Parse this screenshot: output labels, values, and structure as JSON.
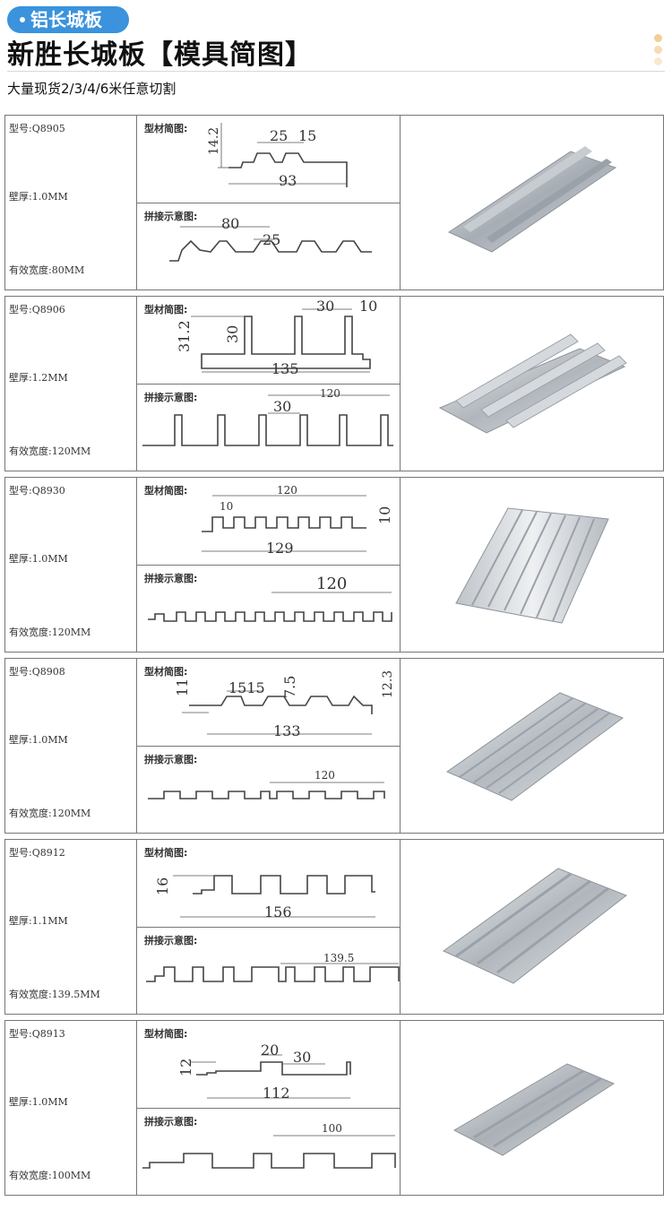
{
  "header": {
    "tag": "铝长城板",
    "title": "新胜长城板【模具简图】",
    "subtitle": "大量现货2/3/4/6米任意切割"
  },
  "labels": {
    "profile": "型材简图:",
    "splice": "拼接示意图:"
  },
  "products": [
    {
      "model": "型号:Q8905",
      "wall": "壁厚:1.0MM",
      "width": "有效宽度:80MM",
      "profile_dims": {
        "h": "14.2",
        "a": "25",
        "b": "15",
        "w": "93"
      },
      "splice_dims": {
        "a": "80",
        "b": "25"
      }
    },
    {
      "model": "型号:Q8906",
      "wall": "壁厚:1.2MM",
      "width": "有效宽度:120MM",
      "profile_dims": {
        "h": "31.2",
        "h2": "30",
        "a": "30",
        "b": "10",
        "w": "135"
      },
      "splice_dims": {
        "a": "120",
        "b": "30"
      }
    },
    {
      "model": "型号:Q8930",
      "wall": "壁厚:1.0MM",
      "width": "有效宽度:120MM",
      "profile_dims": {
        "a": "120",
        "b": "10",
        "h": "10",
        "w": "129"
      },
      "splice_dims": {
        "a": "120"
      }
    },
    {
      "model": "型号:Q8908",
      "wall": "壁厚:1.0MM",
      "width": "有效宽度:120MM",
      "profile_dims": {
        "h": "11",
        "a": "1515",
        "b": "7.5",
        "c": "12.3",
        "w": "133"
      },
      "splice_dims": {
        "a": "120"
      }
    },
    {
      "model": "型号:Q8912",
      "wall": "壁厚:1.1MM",
      "width": "有效宽度:139.5MM",
      "profile_dims": {
        "h": "16",
        "w": "156"
      },
      "splice_dims": {
        "a": "139.5"
      }
    },
    {
      "model": "型号:Q8913",
      "wall": "壁厚:1.0MM",
      "width": "有效宽度:100MM",
      "profile_dims": {
        "h": "12",
        "a": "20",
        "b": "30",
        "w": "112"
      },
      "splice_dims": {
        "a": "100"
      }
    }
  ]
}
